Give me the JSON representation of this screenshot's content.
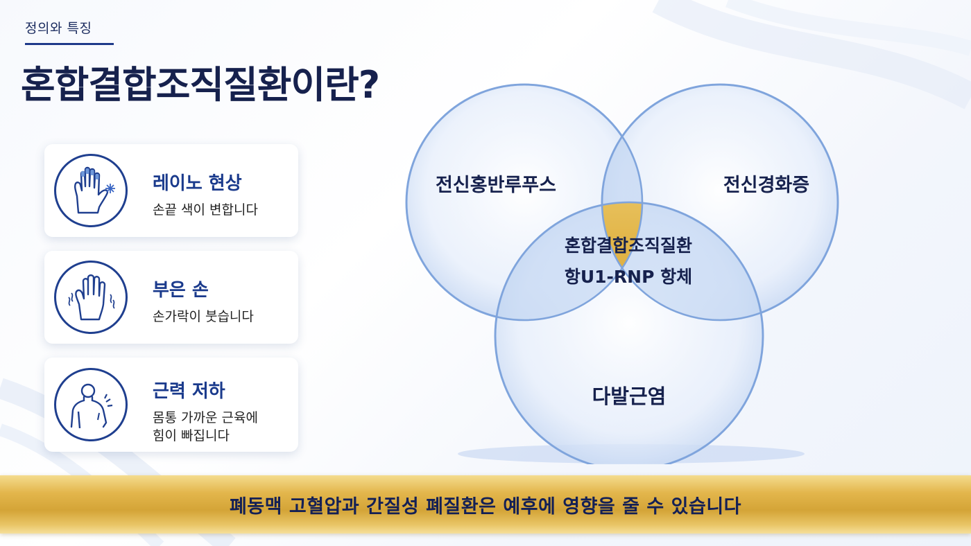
{
  "header": {
    "eyebrow": "정의와 특징",
    "title": "혼합결합조직질환이란?"
  },
  "symptoms": [
    {
      "title": "레이노 현상",
      "desc": "손끝 색이 변합니다",
      "icon": "cold-hand-icon"
    },
    {
      "title": "부은 손",
      "desc": "손가락이 붓습니다",
      "icon": "swollen-hand-icon"
    },
    {
      "title": "근력 저하",
      "desc": "몸통 가까운 근육에\n힘이 빠집니다",
      "icon": "muscle-weakness-icon"
    }
  ],
  "venn": {
    "circle_left": "전신홍반루푸스",
    "circle_right": "전신경화증",
    "circle_bottom": "다발근염",
    "center_line1": "혼합결합조직질환",
    "center_line2": "항U1-RNP 항체",
    "colors": {
      "circle_stroke": "#8fb1e3",
      "center_gold": "#d9a93a"
    }
  },
  "banner": {
    "text": "폐동맥 고혈압과 간질성 폐질환은 예후에 영향을 줄 수 있습니다"
  },
  "colors": {
    "title": "#16214d",
    "accent": "#1f3a8a",
    "gold": "#d4a437"
  }
}
